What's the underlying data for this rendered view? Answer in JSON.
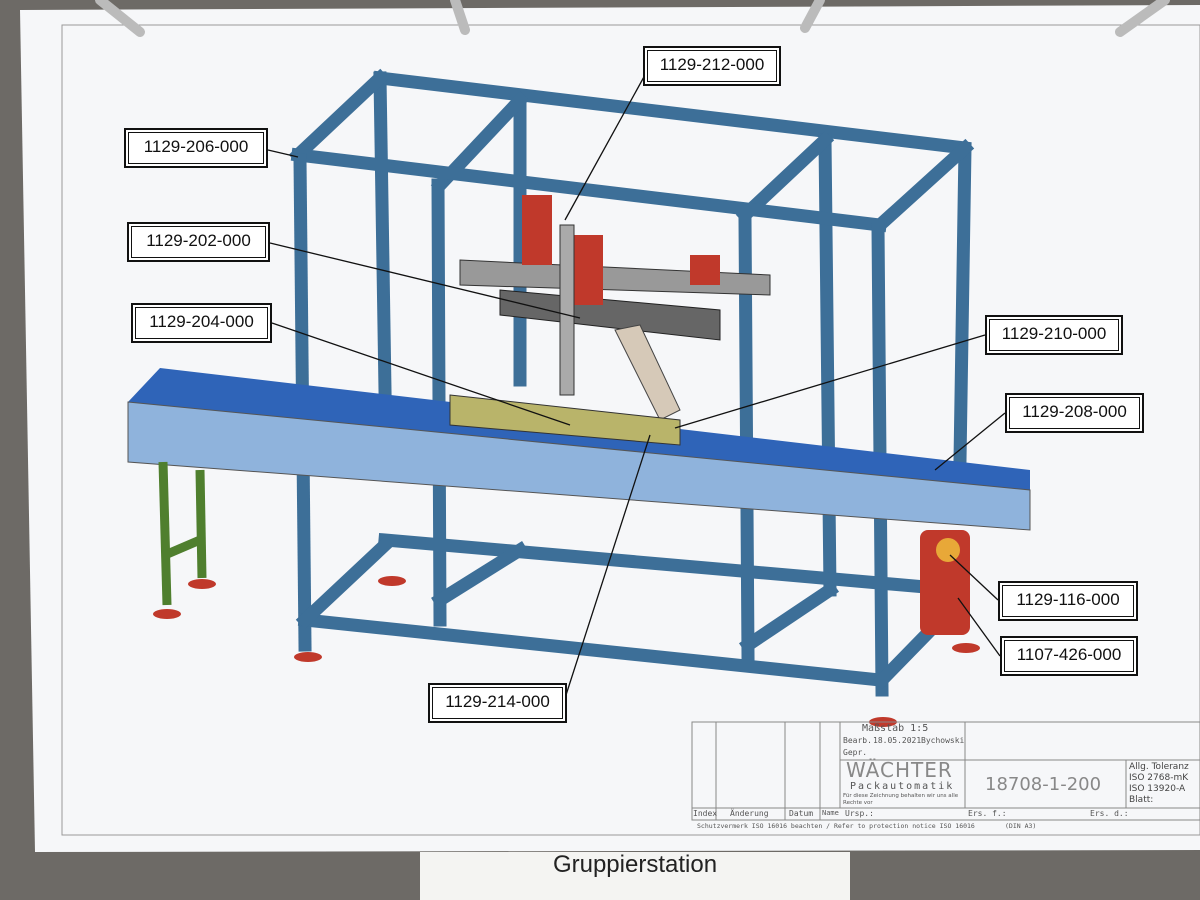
{
  "drawing": {
    "part_labels": [
      "1129-212-000",
      "1129-206-000",
      "1129-202-000",
      "1129-204-000",
      "1129-210-000",
      "1129-208-000",
      "1129-116-000",
      "1107-426-000",
      "1129-214-000"
    ],
    "title_block": {
      "scale": "Maßstab 1:5",
      "bearb_label": "Bearb.",
      "date": "18.05.2021",
      "author": "Bychowski",
      "gepr_label": "Gepr.",
      "company": "WÄCHTER",
      "company_sub": "Packautomatik",
      "rights_notice": "Für diese Zeichnung behalten wir uns alle Rechte vor",
      "drawing_number": "18708-1-200",
      "tolerance": "Allg. Toleranz",
      "tol_iso1": "ISO 2768-mK",
      "tol_iso2": "ISO 13920-A",
      "sheet": "Blatt:",
      "col_index": "Index",
      "col_change": "Änderung",
      "col_date": "Datum",
      "col_name": "Name",
      "ursp": "Ursp.:",
      "ers_f": "Ers. f.:",
      "ers_d": "Ers. d.:",
      "protection": "Schutzvermerk ISO 16016 beachten / Refer to protection notice ISO 16016",
      "format": "(DIN A3)"
    },
    "colors": {
      "frame": "#3d6f98",
      "conveyor": "#8fb3dc",
      "belt": "#2f64b8",
      "motor": "#c0392b",
      "legs": "#4f7f2e"
    }
  },
  "caption": "Gruppierstation"
}
